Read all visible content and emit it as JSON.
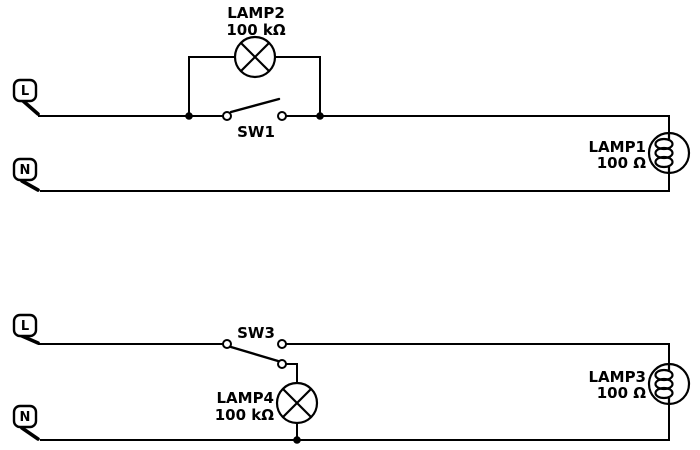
{
  "colors": {
    "background": "#ffffff",
    "line": "#000000",
    "text": "#000000"
  },
  "top_circuit": {
    "terminal_live": "L",
    "terminal_neutral": "N",
    "lamp2": {
      "name": "LAMP2",
      "value": "100 kΩ"
    },
    "sw1": {
      "name": "SW1"
    },
    "lamp1": {
      "name": "LAMP1",
      "value": "100 Ω"
    }
  },
  "bottom_circuit": {
    "terminal_live": "L",
    "terminal_neutral": "N",
    "sw3": {
      "name": "SW3"
    },
    "lamp4": {
      "name": "LAMP4",
      "value": "100 kΩ"
    },
    "lamp3": {
      "name": "LAMP3",
      "value": "100 Ω"
    }
  }
}
